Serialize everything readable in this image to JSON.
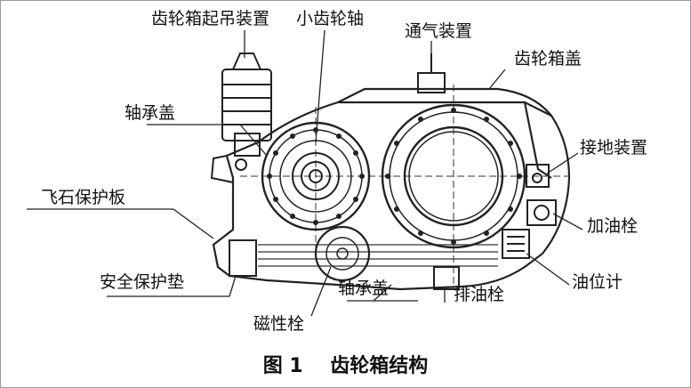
{
  "labels": {
    "lifting_device": "齿轮箱起吊装置",
    "pinion_shaft": "小齿轮轴",
    "vent_device": "通气装置",
    "gearbox_cover": "齿轮箱盖",
    "bearing_cover_top": "轴承盖",
    "grounding_device": "接地装置",
    "stone_guard": "飞石保护板",
    "oil_fill_plug": "加油栓",
    "safety_pad": "安全保护垫",
    "oil_level_gauge": "油位计",
    "bearing_cover_bottom": "轴承盖",
    "drain_plug": "排油栓",
    "magnetic_plug": "磁性栓"
  },
  "caption": {
    "number": "图 1",
    "title": "齿轮箱结构"
  }
}
